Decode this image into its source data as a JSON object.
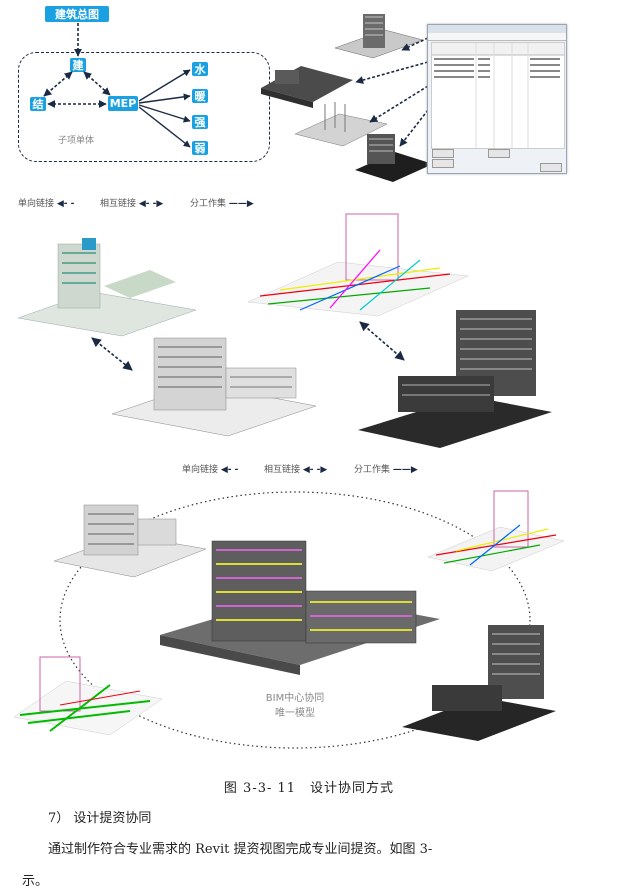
{
  "diagram": {
    "top_node": "建筑总图",
    "jian": "建",
    "jie": "结",
    "mep": "MEP",
    "shui": "水",
    "nuan": "暖",
    "qiang": "强",
    "ruo": "弱",
    "sub_label": "子项单体"
  },
  "legend_1": {
    "one_way": "单向链接",
    "mutual": "相互链接",
    "division": "分工作集"
  },
  "legend_2": {
    "one_way": "单向链接",
    "mutual": "相互链接",
    "division": "分工作集"
  },
  "center": {
    "line1": "BIM中心协同",
    "line2": "唯一模型"
  },
  "caption": "图 3-3- 11　设计协同方式",
  "section": "7） 设计提资协同",
  "paragraph": "通过制作符合专业需求的 Revit 提资视图完成专业间提资。如图 3-",
  "paragraph_tail": "示。",
  "colors": {
    "node_blue": "#1ba1e2",
    "dash_navy": "#1b2a44"
  }
}
